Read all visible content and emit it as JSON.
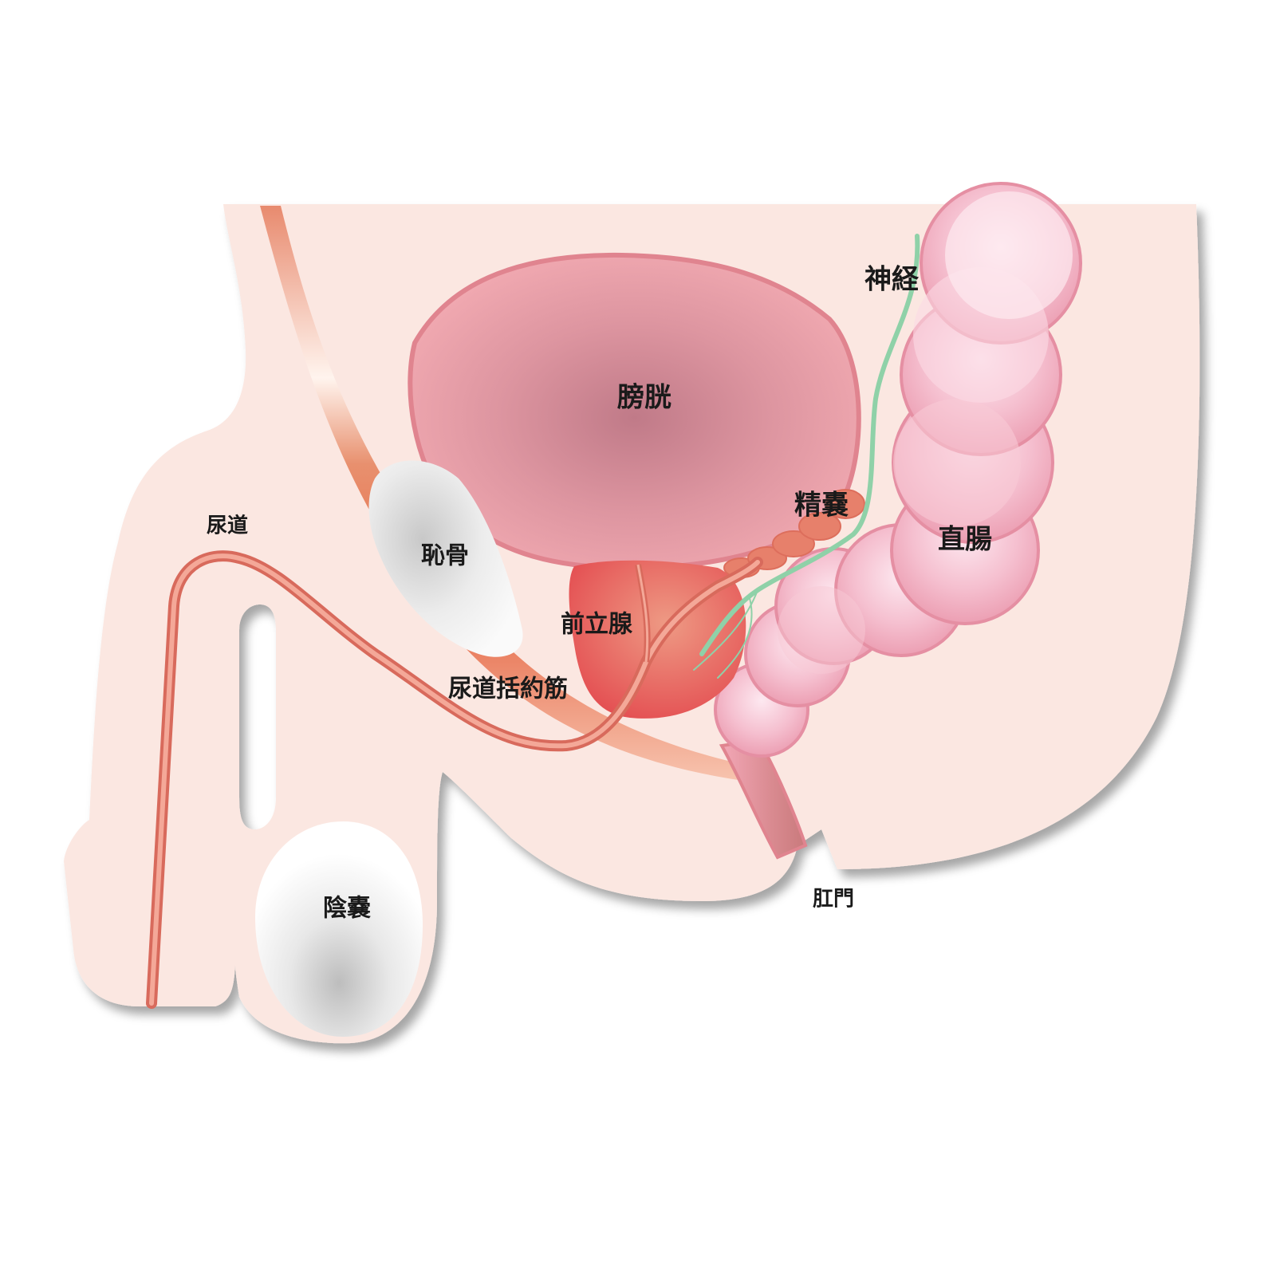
{
  "labels": {
    "bladder": "膀胱",
    "nerve": "神経",
    "seminal_vesicle": "精嚢",
    "rectum": "直腸",
    "urethra": "尿道",
    "pubic_bone": "恥骨",
    "prostate": "前立腺",
    "urethral_sphincter": "尿道括約筋",
    "scrotum": "陰嚢",
    "anus": "肛門"
  },
  "colors": {
    "body": "#fbe7e1",
    "bladder": "#f0a6ae",
    "bladder_center": "#c57e8c",
    "prostate": "#e8585a",
    "urethra": "#e88a7a",
    "muscle_band": "#e8775a",
    "rectum": "#f4b8c8",
    "nerve": "#8fd1a8",
    "seminal_vesicle": "#e7806b"
  }
}
